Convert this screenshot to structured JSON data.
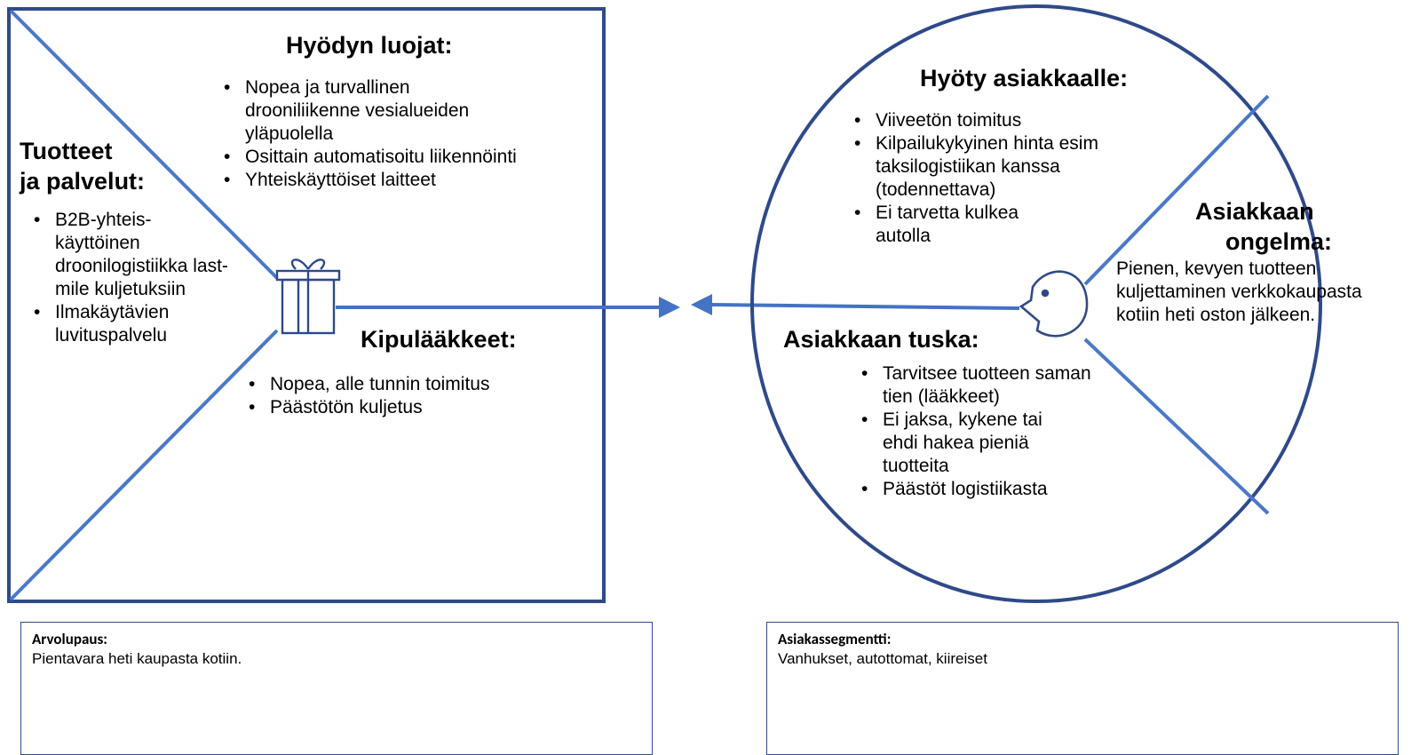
{
  "value_map": {
    "gain_creators": {
      "title": "Hyödyn luojat:",
      "items": [
        "Nopea ja turvallinen drooniliikenne vesialueiden yläpuolella",
        "Osittain automatisoitu liikennöinti",
        "Yhteiskäyttöiset laitteet"
      ]
    },
    "products": {
      "title_line1": "Tuotteet",
      "title_line2": "ja palvelut:",
      "items": [
        "B2B-yhteis-käyttöinen droonilogistiikka last-mile kuljetuksiin",
        "Ilmakäytävien luvituspalvelu"
      ]
    },
    "pain_relievers": {
      "title": "Kipulääkkeet:",
      "items": [
        "Nopea, alle tunnin toimitus",
        "Päästötön kuljetus"
      ]
    }
  },
  "customer_profile": {
    "gains": {
      "title": "Hyöty asiakkaalle:",
      "items": [
        "Viiveetön toimitus",
        "Kilpailukykyinen hinta esim taksilogistiikan kanssa (todennettava)",
        "Ei tarvetta kulkea autolla"
      ]
    },
    "jobs": {
      "title_line1": "Asiakkaan",
      "title_line2": "ongelma:",
      "text": "Pienen, kevyen tuotteen kuljettaminen verkkokaupasta kotiin heti oston jälkeen."
    },
    "pains": {
      "title": "Asiakkaan tuska:",
      "items": [
        "Tarvitsee tuotteen saman tien (lääkkeet)",
        "Ei jaksa, kykene tai ehdi hakea pieniä tuotteita",
        "Päästöt logistiikasta"
      ]
    }
  },
  "value_proposition": {
    "label": "Arvolupaus:",
    "text": "Pientavara heti kaupasta kotiin."
  },
  "customer_segment": {
    "label": "Asiakassegmentti:",
    "text": "Vanhukset, autottomat, kiireiset"
  },
  "colors": {
    "frame": "#2f4a8a",
    "line": "#4a78c8",
    "arrow": "#4472c4"
  },
  "icons": {
    "gift": "gift-icon",
    "face": "face-icon"
  }
}
